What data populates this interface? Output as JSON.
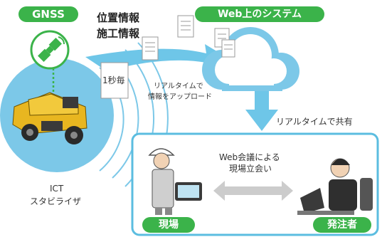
{
  "gnss": {
    "label": "GNSS"
  },
  "data_items": {
    "line1": "位置情報",
    "line2": "施工情報"
  },
  "interval": {
    "label": "1秒毎"
  },
  "upload": {
    "line1": "リアルタイムで",
    "line2": "情報をアップロード"
  },
  "web_system": {
    "label": "Web上のシステム"
  },
  "share": {
    "label": "リアルタイムで共有"
  },
  "machine": {
    "line1": "ICT",
    "line2": "スタビライザ"
  },
  "meeting": {
    "line1": "Web会議による",
    "line2": "現場立会い"
  },
  "site": {
    "label": "現場"
  },
  "client": {
    "label": "発注者"
  },
  "colors": {
    "accent_green": "#3bb34a",
    "arrow_blue": "#6ec6e8",
    "panel_border": "#5bbde0",
    "machine_yellow": "#e8b620"
  }
}
